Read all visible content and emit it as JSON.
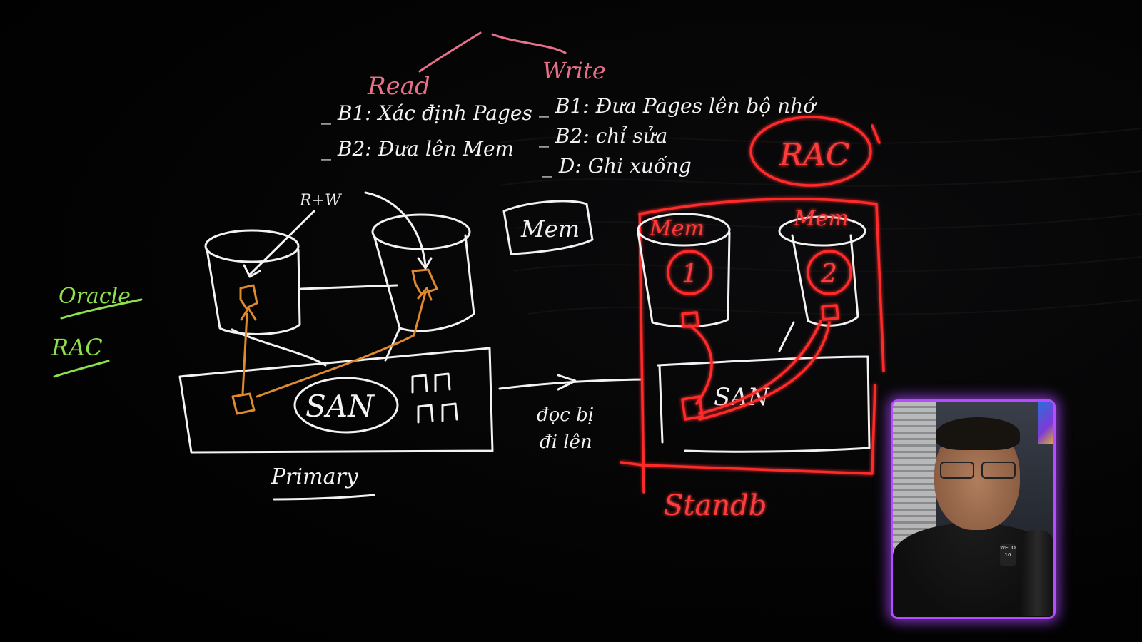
{
  "whiteboard": {
    "header": {
      "read": "Read",
      "write": "Write"
    },
    "read_steps": [
      "_ B1: Xác định Pages",
      "_ B2: Đưa lên Mem"
    ],
    "write_steps": [
      "_ B1: Đưa Pages lên bộ nhớ",
      "_ B2: chỉ sửa",
      "_ D: Ghi xuống"
    ],
    "side_labels": {
      "oracle": "Oracle",
      "rac": "RAC"
    },
    "primary": {
      "note": "R+W",
      "san": "SAN",
      "label": "Primary"
    },
    "mem_box": "Mem",
    "transfer": {
      "line1": "đọc bị",
      "line2": "đi lên"
    },
    "standby": {
      "rac": "RAC",
      "node1_label": "Mem",
      "node2_label": "Mem",
      "node1_num": "1",
      "node2_num": "2",
      "san": "SAN",
      "label": "Standb"
    }
  },
  "webcam": {
    "shirt_badge": "WECO 10"
  },
  "colors": {
    "background": "#000000",
    "chalk": "#f2f2f2",
    "pink": "#e8708a",
    "orange": "#e08a2c",
    "red": "#ff2a2a",
    "green": "#8fe04a",
    "webcam_frame": "#b44cff"
  }
}
